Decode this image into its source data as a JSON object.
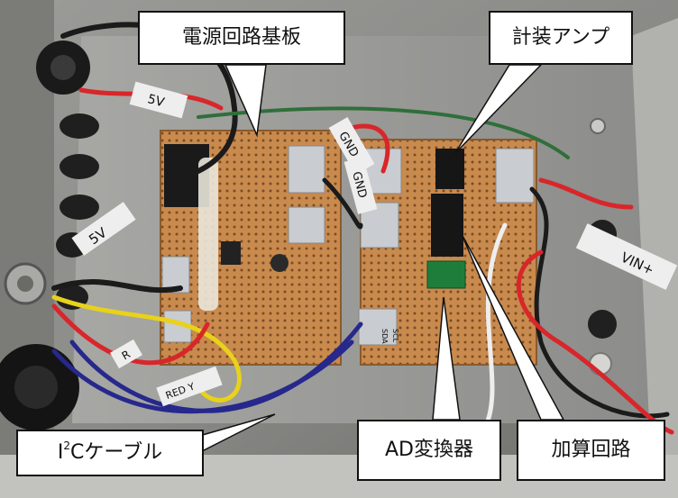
{
  "callouts": {
    "power_board": "電源回路基板",
    "instrument_amp": "計装アンプ",
    "i2c_prefix": "I",
    "i2c_sup": "2",
    "i2c_suffix": "Cケーブル",
    "ad_converter": "AD変換器",
    "adder_circuit": "加算回路"
  },
  "board_labels": {
    "tag_5v_top": "5V",
    "tag_5v_left": "5V",
    "tag_gnd_1": "GND",
    "tag_gnd_2": "GND",
    "tag_vin": "VIN+",
    "terminal_sda": "SDA",
    "terminal_scl": "SCL",
    "cable_tag": "RED Y",
    "tag_r": "R"
  },
  "colors": {
    "box_metal": "#8a8a88",
    "pcb": "#c98a4e",
    "terminal_block": "#c9ccd0",
    "wire_red": "#d8262a",
    "wire_black": "#1b1b1b",
    "wire_blue": "#26288c",
    "wire_yellow": "#e8d21a",
    "wire_green": "#2f6f3a",
    "wire_white": "#eeeeee",
    "chip": "#161616",
    "ad_module": "#1f7d3c",
    "callout_bg": "#ffffff",
    "callout_border": "#111111"
  }
}
